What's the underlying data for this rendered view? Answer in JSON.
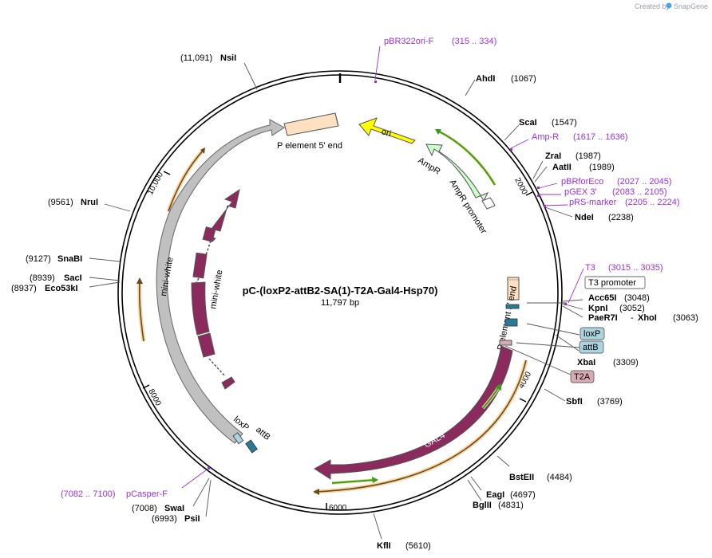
{
  "credit": {
    "text": "Created by",
    "brand": "SnapGene"
  },
  "plasmid": {
    "name": "pC-(loxP2-attB2-SA(1)-T2A-Gal4-Hsp70)",
    "length": "11,797 bp"
  },
  "ticks": [
    "2000",
    "4000",
    "6000",
    "8000",
    "10,000"
  ],
  "sites": {
    "nsi": {
      "pos": "(11,091)",
      "name": "NsiI"
    },
    "ahd": {
      "name": "AhdI",
      "pos": "(1067)"
    },
    "sca": {
      "name": "ScaI",
      "pos": "(1547)"
    },
    "zra": {
      "name": "ZraI",
      "pos": "(1987)"
    },
    "aat": {
      "name": "AatII",
      "pos": "(1989)"
    },
    "nde": {
      "name": "NdeI",
      "pos": "(2238)"
    },
    "acc": {
      "name": "Acc65I",
      "pos": "(3048)"
    },
    "kpn": {
      "name": "KpnI",
      "pos": "(3052)"
    },
    "pae": {
      "name": "PaeR7I",
      "sep": "-",
      "name2": "XhoI",
      "pos": "(3063)"
    },
    "xba": {
      "name": "XbaI",
      "pos": "(3309)"
    },
    "sbf": {
      "name": "SbfI",
      "pos": "(3769)"
    },
    "bst": {
      "name": "BstEII",
      "pos": "(4484)"
    },
    "eag": {
      "name": "EagI",
      "pos": "(4697)"
    },
    "bgl": {
      "name": "BglII",
      "pos": "(4831)"
    },
    "kfl": {
      "name": "KflI",
      "pos": "(5610)"
    },
    "swa": {
      "pos": "(7008)",
      "name": "SwaI"
    },
    "psi": {
      "pos": "(6993)",
      "name": "PsiI"
    },
    "nru": {
      "pos": "(9561)",
      "name": "NruI"
    },
    "sna": {
      "pos": "(9127)",
      "name": "SnaBI"
    },
    "sac": {
      "pos": "(8939)",
      "name": "SacI"
    },
    "eco": {
      "pos": "(8937)",
      "name": "Eco53kI"
    }
  },
  "primers": {
    "pbr": {
      "name": "pBR322ori-F",
      "range": "(315 .. 334)"
    },
    "ampr": {
      "name": "Amp-R",
      "range": "(1617 .. 1636)"
    },
    "pbrforeco": {
      "name": "pBRforEco",
      "range": "(2027 .. 2045)"
    },
    "pgex": {
      "name": "pGEX 3'",
      "range": "(2083 .. 2105)"
    },
    "prs": {
      "name": "pRS-marker",
      "range": "(2205 .. 2224)"
    },
    "t3": {
      "name": "T3",
      "range": "(3015 .. 3035)"
    },
    "pcasper": {
      "range": "(7082 .. 7100)",
      "name": "pCasper-F"
    }
  },
  "boxes": {
    "t3prom": "T3 promoter",
    "loxp": "loxP",
    "attb": "attB",
    "t2a": "T2A"
  },
  "features": {
    "p5": "P element 5' end",
    "ori": "ori",
    "ampr": "AmpR",
    "ampr_prom": "AmpR promoter",
    "p3": "P element 3' end",
    "gal4": "GAL4",
    "miniwhite_outer": "mini-white",
    "miniwhite_inner": "mini-white",
    "loxp": "loxP",
    "attb": "attB"
  },
  "colors": {
    "backbone": "#000000",
    "gal4": "#8b2a5c",
    "miniwhite_exon": "#8b2a5c",
    "miniwhite_arc": "#c0c0c0",
    "ori": "#ffff00",
    "ampr": "#ccffcc",
    "p_element": "#ffe0c0",
    "site_box": "#2a7a96",
    "loxp_box": "#a9d4e0",
    "t2a_box": "#d8aab4",
    "primer": "#9b30d9",
    "orange_arrow": "#f2a93b",
    "green_arrow": "#3a9a1a"
  }
}
